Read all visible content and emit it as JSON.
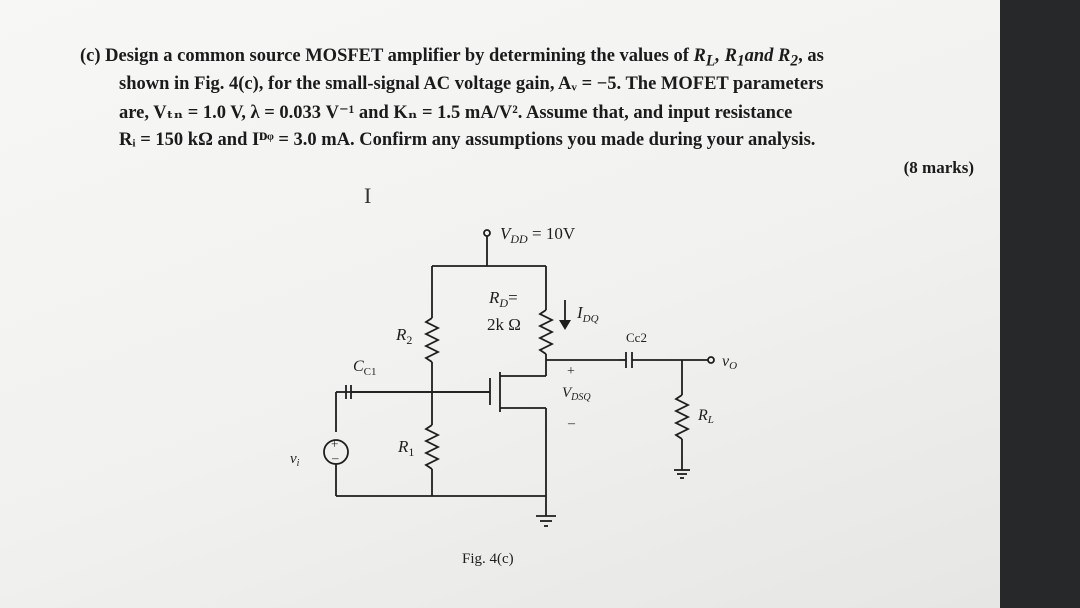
{
  "question": {
    "line1_a": "(c) Design a common source MOSFET amplifier by determining the values of ",
    "line1_b": "R",
    "line1_b_sub": "L",
    "line1_c": ", R",
    "line1_c_sub": "1",
    "line1_d": "and R",
    "line1_d_sub": "2",
    "line1_e": ", as",
    "line2": "shown in Fig. 4(c), for the small-signal AC voltage gain, Aᵥ = −5. The MOFET parameters",
    "line3": "are, Vₜₙ = 1.0 V, λ = 0.033 V⁻¹ and Kₙ = 1.5 mA/V². Assume that, and input resistance",
    "line4": "Rᵢ = 150 kΩ  and Iᴰᵠ = 3.0 mA. Confirm any assumptions you made during your analysis.",
    "marks": "(8 marks)"
  },
  "circuit": {
    "vdd_label": "V",
    "vdd_sub": "DD",
    "vdd_value": " = 10V",
    "rd_label": "R",
    "rd_sub": "D",
    "rd_eq": "=",
    "rd_value": "2k Ω",
    "idq_label": "I",
    "idq_sub": "DQ",
    "r2_label": "R",
    "r2_sub": "2",
    "r1_label": "R",
    "r1_sub": "1",
    "cc1_label": "C",
    "cc1_sub": "C1",
    "cc2_label": "Cc2",
    "vo_label": "v",
    "vo_sub": "O",
    "vi_label": "v",
    "vi_sub": "i",
    "vdsq_label": "V",
    "vdsq_sub": "DSQ",
    "plus": "+",
    "minus": "–",
    "rl_label": "R",
    "rl_sub": "L",
    "source_plus": "+",
    "source_minus": "–"
  },
  "figure_caption": "Fig. 4(c)",
  "cursor_glyph": "I"
}
